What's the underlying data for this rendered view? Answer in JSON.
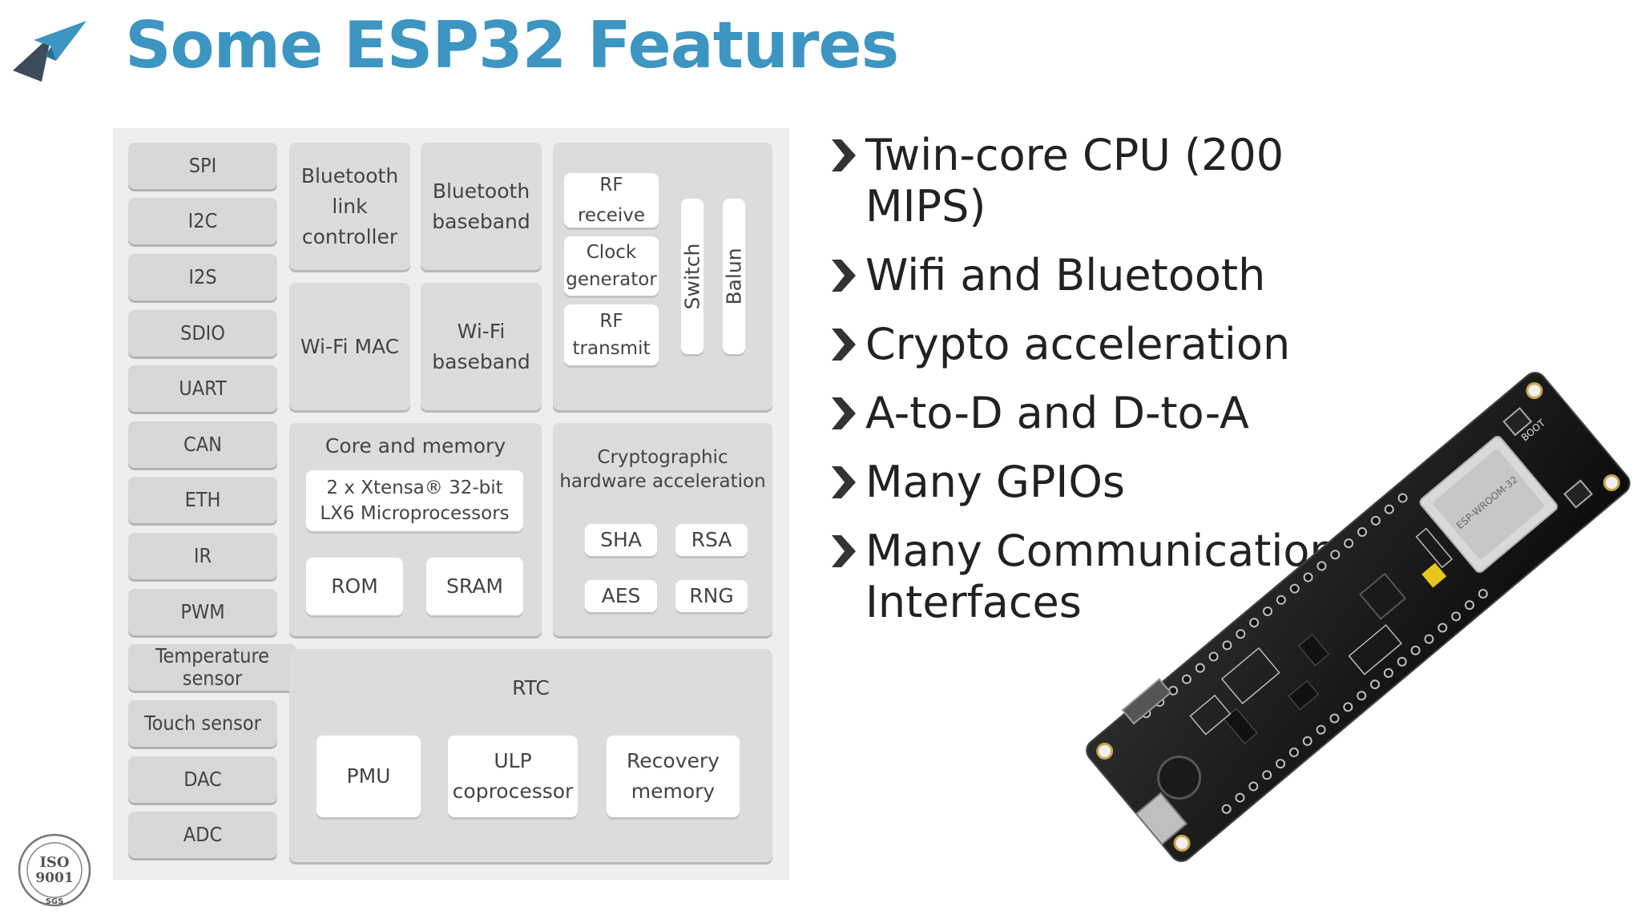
{
  "slide": {
    "title": "Some ESP32 Features",
    "logo_icon": "blue-paper-plane-logo",
    "iso_badge": {
      "line1": "ISO",
      "line2": "9001",
      "line3": "SGS"
    }
  },
  "diagram": {
    "interfaces": [
      "SPI",
      "I2C",
      "I2S",
      "SDIO",
      "UART",
      "CAN",
      "ETH",
      "IR",
      "PWM",
      "Temperature sensor",
      "Touch sensor",
      "DAC",
      "ADC"
    ],
    "bluetooth_link": "Bluetooth link controller",
    "bluetooth_baseband": "Bluetooth baseband",
    "wifi_mac": "Wi-Fi MAC",
    "wifi_baseband": "Wi-Fi baseband",
    "rf_receive": "RF receive",
    "clock_generator": "Clock generator",
    "rf_transmit": "RF transmit",
    "switch": "Switch",
    "balun": "Balun",
    "core_title": "Core and memory",
    "core_cpu": "2 x Xtensa® 32-bit LX6 Microprocessors",
    "rom": "ROM",
    "sram": "SRAM",
    "crypto_title": "Cryptographic hardware acceleration",
    "sha": "SHA",
    "rsa": "RSA",
    "aes": "AES",
    "rng": "RNG",
    "rtc": "RTC",
    "pmu": "PMU",
    "ulp": "ULP coprocessor",
    "recovery": "Recovery memory"
  },
  "bullets": [
    "Twin-core CPU (200 MIPS)",
    "Wifi and Bluetooth",
    "Crypto acceleration",
    "A-to-D and D-to-A",
    "Many GPIOs",
    "Many Communication Interfaces"
  ],
  "board_photo": {
    "icon": "esp32-dev-board-image",
    "chip_label": "ESP-WROOM-32",
    "button_label": "BOOT"
  }
}
